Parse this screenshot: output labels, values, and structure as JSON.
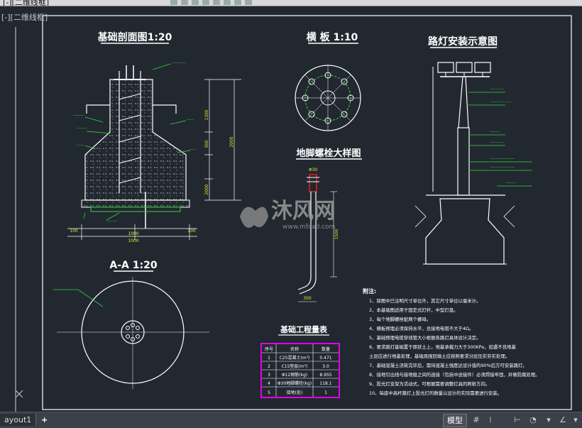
{
  "toolbar": {
    "text": "[-][二维线框]"
  },
  "view_label": "[-][二维线框]",
  "titles": {
    "section": "基础剖面图1:20",
    "plate": "横 板 1:10",
    "lamp": "路灯安装示意图",
    "bolt": "地脚螺栓大样图",
    "aa": "A-A 1:20",
    "table": "基础工程量表"
  },
  "dims": {
    "d1": "100",
    "d2": "1000",
    "d3": "1000",
    "d4": "100",
    "v1": "2000",
    "v2": "1300",
    "v3": "300",
    "v4": "2000"
  },
  "bolt_dims": {
    "top": "Φ30",
    "side": "1500",
    "hook": "300"
  },
  "table": {
    "headers": [
      "序号",
      "名称",
      "数量"
    ],
    "rows": [
      [
        "1",
        "C25混凝土(m³)",
        "0.471"
      ],
      [
        "2",
        "C15垫层(m³)",
        "3.0"
      ],
      [
        "3",
        "Φ12钢筋(kg)",
        "8.955"
      ],
      [
        "4",
        "Φ30地脚螺栓(kg)",
        "118.1"
      ],
      [
        "5",
        "接地(处)",
        "1"
      ]
    ]
  },
  "notes": {
    "title": "附注:",
    "items": [
      "1、除图中已注明尺寸单位外，其它尺寸单位以毫米计。",
      "2、本基础图适用于固定式灯杆，中型灯盘。",
      "3、每个地脚螺栓配两个螺母。",
      "4、横板预埋必须保持水平，总接地电阻不大于4Ω。",
      "5、基础预埋电缆穿线管大小根据各路灯具体设计决定。",
      "6、要求路灯基础置于原状土上，地基承载力大于300KPa，如遇不良地基",
      "   土层应进行地基处理，基础周围回填土应按照要求分层压实夯实处理。",
      "7、基础混凝土浇筑完毕后，需待混凝土强度达设计值的90%后方可安装路灯。",
      "8、接地引出线与接地极之间的连接（包括中途接件）必须焊接牢固，并做防腐处理。",
      "9、投光灯支架为活动式，可根据需要调整灯具的照射方向。",
      "10、每座中高杆路灯上投光灯的数量以设计的实际需要进行安装。"
    ]
  },
  "watermark": {
    "brand": "沐风网",
    "url": "www.mfcad.com"
  },
  "statusbar": {
    "layout_tab": "ayout1",
    "add_tab": "+",
    "model": "模型"
  },
  "colors": {
    "bg": "#212830",
    "line": "#ffffff",
    "green": "#3cd23c",
    "yellow": "#e6e62a",
    "magenta": "#e600e6",
    "red": "#e62020"
  }
}
